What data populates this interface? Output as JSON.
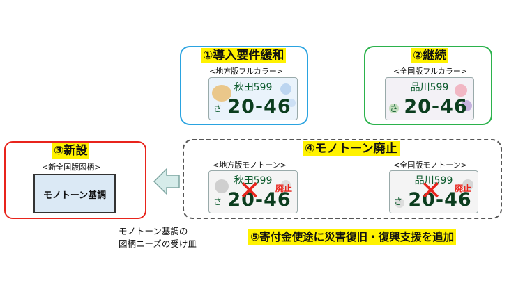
{
  "colors": {
    "blue": "#2aa3e0",
    "green": "#2bb24c",
    "red": "#e8241c",
    "dashed": "#555555",
    "arrow_fill": "#d6ecea",
    "arrow_stroke": "#7fa6a2",
    "highlight": "#fff200",
    "plate_text": "#0b3d1e"
  },
  "box1": {
    "title": "①導入要件緩和",
    "subtitle": "<地方版フルカラー>",
    "plate": {
      "region": "秋田599",
      "kana": "さ",
      "number": "20-46"
    }
  },
  "box2": {
    "title": "②継続",
    "subtitle": "<全国版フルカラー>",
    "plate": {
      "region": "品川599",
      "kana": "さ",
      "number": "20-46"
    }
  },
  "box3": {
    "title": "③新設",
    "subtitle": "<新全国版図柄>",
    "inner": "モノトーン基調"
  },
  "box4": {
    "title": "④モノトーン廃止",
    "left": {
      "subtitle": "<地方版モノトーン>",
      "plate": {
        "region": "秋田599",
        "kana": "さ",
        "number": "20-46"
      },
      "mark": "廃止"
    },
    "right": {
      "subtitle": "<全国版モノトーン>",
      "plate": {
        "region": "品川599",
        "kana": "さ",
        "number": "20-46"
      },
      "mark": "廃止"
    }
  },
  "caption": {
    "line1": "モノトーン基調の",
    "line2": "図柄ニーズの受け皿"
  },
  "note5": "⑤寄付金使途に災害復旧・復興支援を追加"
}
